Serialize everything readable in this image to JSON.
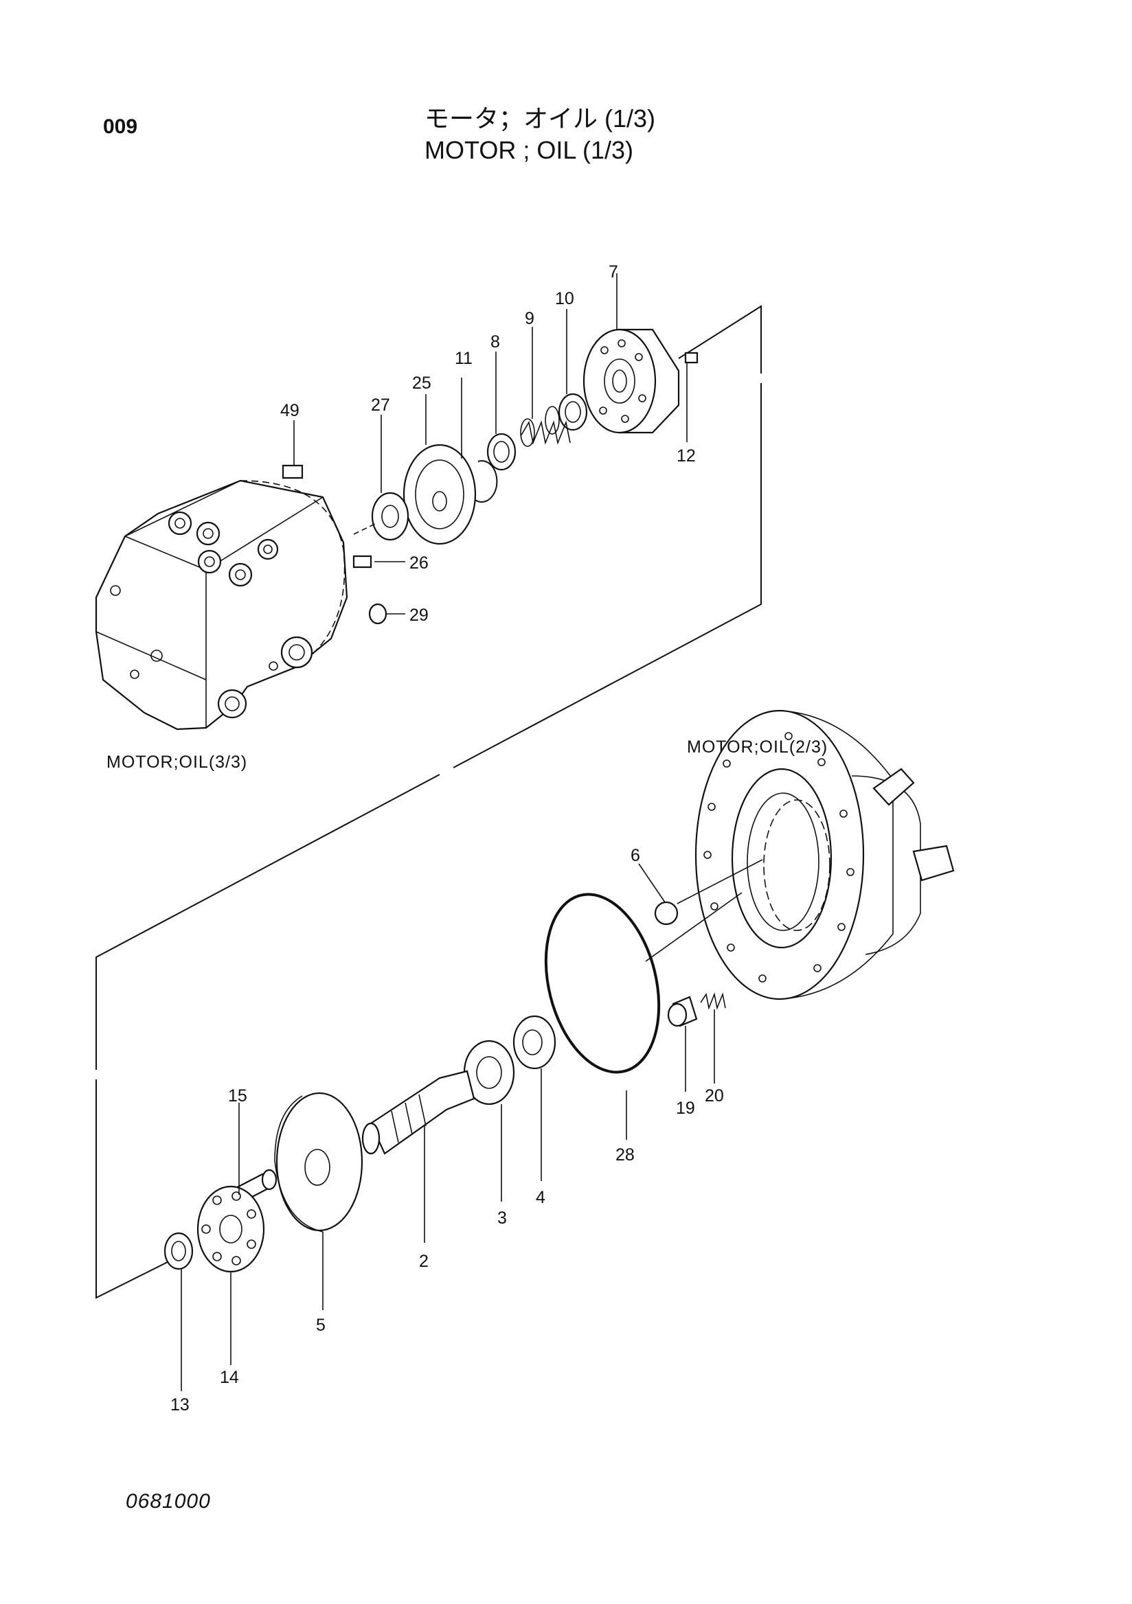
{
  "header": {
    "page_number": "009",
    "title_jp": "モータ；オイル (1/3)",
    "title_en": "MOTOR ; OIL (1/3)"
  },
  "sections": {
    "motor_oil_3_3": "MOTOR;OIL(3/3)",
    "motor_oil_2_3": "MOTOR;OIL(2/3)"
  },
  "callouts": [
    "7",
    "10",
    "9",
    "8",
    "11",
    "25",
    "27",
    "49",
    "12",
    "26",
    "29",
    "6",
    "15",
    "2",
    "3",
    "4",
    "28",
    "19",
    "20",
    "5",
    "14",
    "13"
  ],
  "footer": {
    "ref_code": "0681000"
  }
}
